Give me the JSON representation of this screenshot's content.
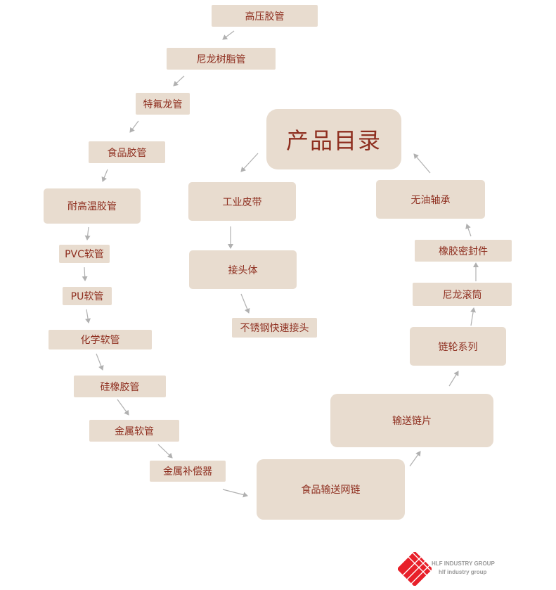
{
  "title": "产品目录",
  "items": {
    "high_pressure_hose": "高压胶管",
    "nylon_resin_tube": "尼龙树脂管",
    "teflon_tube": "特氟龙管",
    "food_hose": "食品胶管",
    "high_temp_hose": "耐高温胶管",
    "pvc_hose": "PVC软管",
    "pu_hose": "PU软管",
    "chemical_hose": "化学软管",
    "silicone_hose": "硅橡胶管",
    "metal_hose": "金属软管",
    "metal_compensator": "金属补偿器",
    "food_conveyor_mesh": "食品输送网链",
    "conveyor_chain_plate": "输送链片",
    "sprocket_series": "链轮系列",
    "nylon_roller": "尼龙滚筒",
    "rubber_seal": "橡胶密封件",
    "oilless_bearing": "无油轴承",
    "industrial_belt": "工业皮带",
    "connector": "接头体",
    "ss_quick_coupling": "不锈钢快速接头"
  },
  "logo": {
    "line1": "HLF INDUSTRY GROUP",
    "line2": "hlf industry group"
  },
  "colors": {
    "box_fill": "#e8dccf",
    "text": "#8e2e1f",
    "arrow": "#b0b0b0",
    "logo_red": "#e8202a"
  }
}
